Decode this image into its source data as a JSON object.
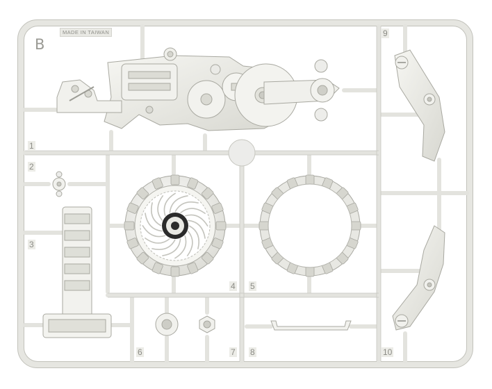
{
  "colors": {
    "plastic": "#ecece7",
    "plastic_shadow": "#c9c9c2",
    "plastic_dark": "#a9a9a2",
    "hub": "#2a2a2a",
    "background": "#ffffff"
  },
  "sprue": {
    "letter": "B",
    "stamp": "MADE IN TAIWAN",
    "part_numbers": [
      "1",
      "2",
      "3",
      "4",
      "5",
      "6",
      "7",
      "8",
      "9",
      "10"
    ]
  }
}
